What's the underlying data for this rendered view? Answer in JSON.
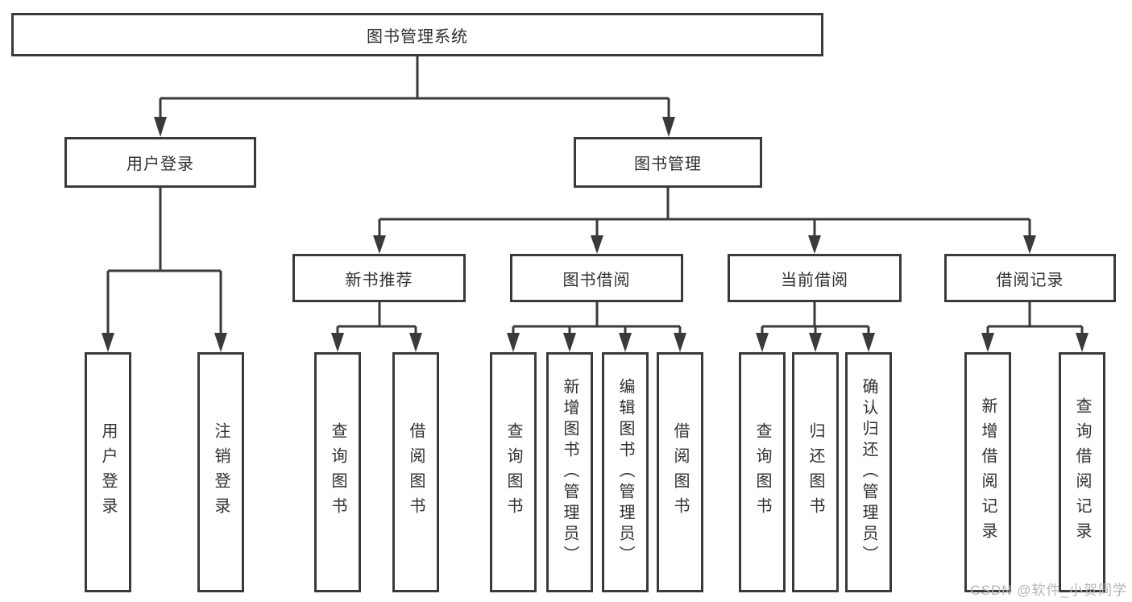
{
  "diagram": {
    "root": {
      "label": "图书管理系统"
    },
    "level1": [
      {
        "label": "用户登录"
      },
      {
        "label": "图书管理"
      }
    ],
    "level2": [
      {
        "label": "新书推荐",
        "parent": "图书管理"
      },
      {
        "label": "图书借阅",
        "parent": "图书管理"
      },
      {
        "label": "当前借阅",
        "parent": "图书管理"
      },
      {
        "label": "借阅记录",
        "parent": "图书管理"
      }
    ],
    "leaves": [
      {
        "label": "用户登录",
        "parent": "用户登录"
      },
      {
        "label": "注销登录",
        "parent": "用户登录"
      },
      {
        "label": "查询图书",
        "parent": "新书推荐"
      },
      {
        "label": "借阅图书",
        "parent": "新书推荐"
      },
      {
        "label": "查询图书",
        "parent": "图书借阅"
      },
      {
        "label": "新增图书（管理员）",
        "parent": "图书借阅"
      },
      {
        "label": "编辑图书（管理员）",
        "parent": "图书借阅"
      },
      {
        "label": "借阅图书",
        "parent": "图书借阅"
      },
      {
        "label": "查询图书",
        "parent": "当前借阅"
      },
      {
        "label": "归还图书",
        "parent": "当前借阅"
      },
      {
        "label": "确认归还（管理员）",
        "parent": "当前借阅"
      },
      {
        "label": "新增借阅记录",
        "parent": "借阅记录"
      },
      {
        "label": "查询借阅记录",
        "parent": "借阅记录"
      }
    ]
  },
  "watermark": {
    "text": "CSDN @软件_小贺同学"
  },
  "colors": {
    "line": "#3a3a3a",
    "text": "#303030",
    "background": "#ffffff",
    "watermark": "#b5b5b5"
  }
}
